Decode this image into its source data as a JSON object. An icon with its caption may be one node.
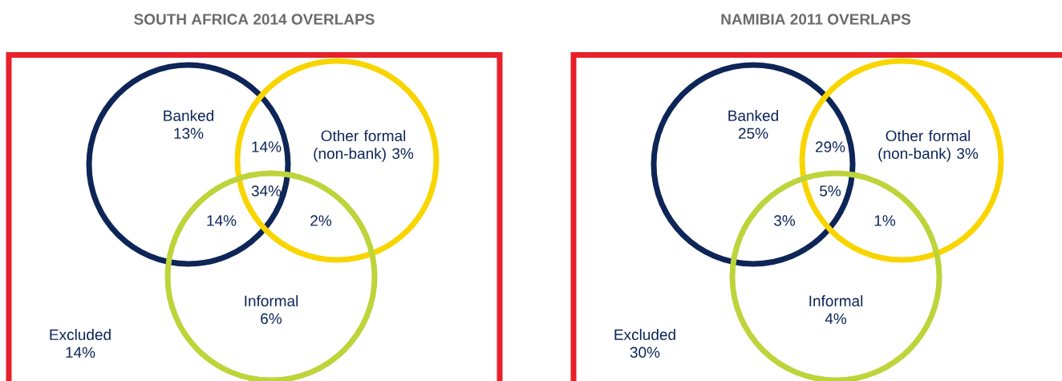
{
  "diagram": {
    "nodes": [
      {
        "text": [
          "SOUTH AFRICA 2014 OVERLAPS",
          "Excluded 14%"
        ]
      },
      {
        "text": [
          "Banked 13%"
        ],
        "in": 0
      },
      {
        "text": [
          "Other formal (non-bank) 3%"
        ],
        "in": 0
      },
      {
        "text": [
          "Informal 6%"
        ],
        "in": 0
      },
      {
        "text": [
          "NAMIBIA 2011 OVERLAPS",
          "Excluded 30%"
        ]
      },
      {
        "text": [
          "Banked 25%"
        ],
        "in": 4
      },
      {
        "text": [
          "Other formal (non-bank) 3%"
        ],
        "in": 4
      },
      {
        "text": [
          "Informal 4%"
        ],
        "in": 4
      }
    ],
    "labels": [
      "14%",
      "34%",
      "14%",
      "2%",
      "29%",
      "5%",
      "3%",
      "1%"
    ]
  }
}
